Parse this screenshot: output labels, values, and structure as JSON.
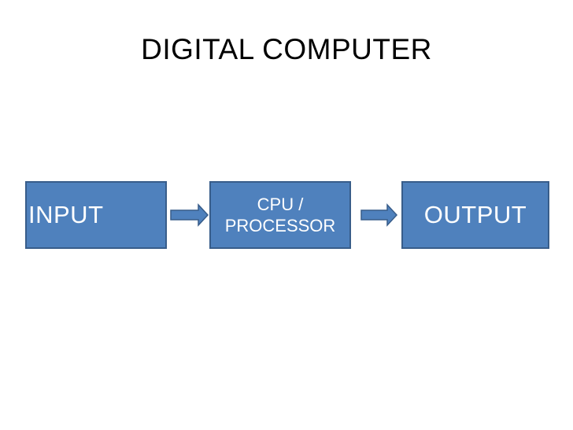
{
  "slide": {
    "title": "DIGITAL COMPUTER"
  },
  "diagram": {
    "blocks": {
      "input": {
        "label": "INPUT"
      },
      "processor": {
        "label_line1": "CPU /",
        "label_line2": "PROCESSOR"
      },
      "output": {
        "label": "OUTPUT"
      }
    }
  },
  "colors": {
    "block_fill": "#4f81bd",
    "block_border": "#385d8a",
    "block_text": "#ffffff",
    "title_text": "#000000"
  }
}
